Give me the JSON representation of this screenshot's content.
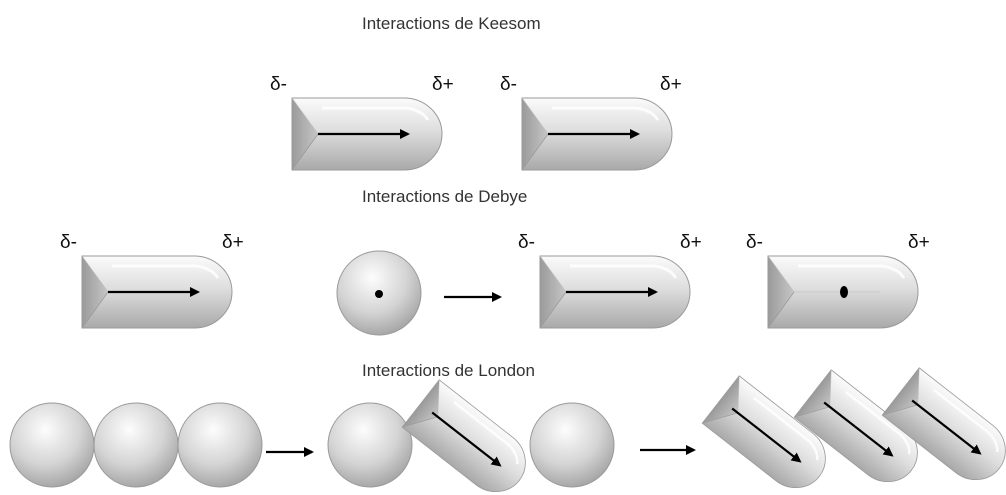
{
  "sections": {
    "keesom": {
      "title": "Interactions de Keesom"
    },
    "debye": {
      "title": "Interactions de Debye"
    },
    "london": {
      "title": "Interactions de London"
    }
  },
  "labels": {
    "delta_minus": "δ-",
    "delta_plus": "δ+"
  },
  "colors": {
    "shape_light": "#f2f2f2",
    "shape_mid": "#c8c8c8",
    "shape_dark": "#8c8c8c",
    "arrow": "#000000"
  },
  "icons": {
    "dipole": "bullet-shape-with-arrow",
    "induced_dipole": "bullet-shape-with-dot",
    "atom": "sphere",
    "transition": "right-arrow"
  }
}
